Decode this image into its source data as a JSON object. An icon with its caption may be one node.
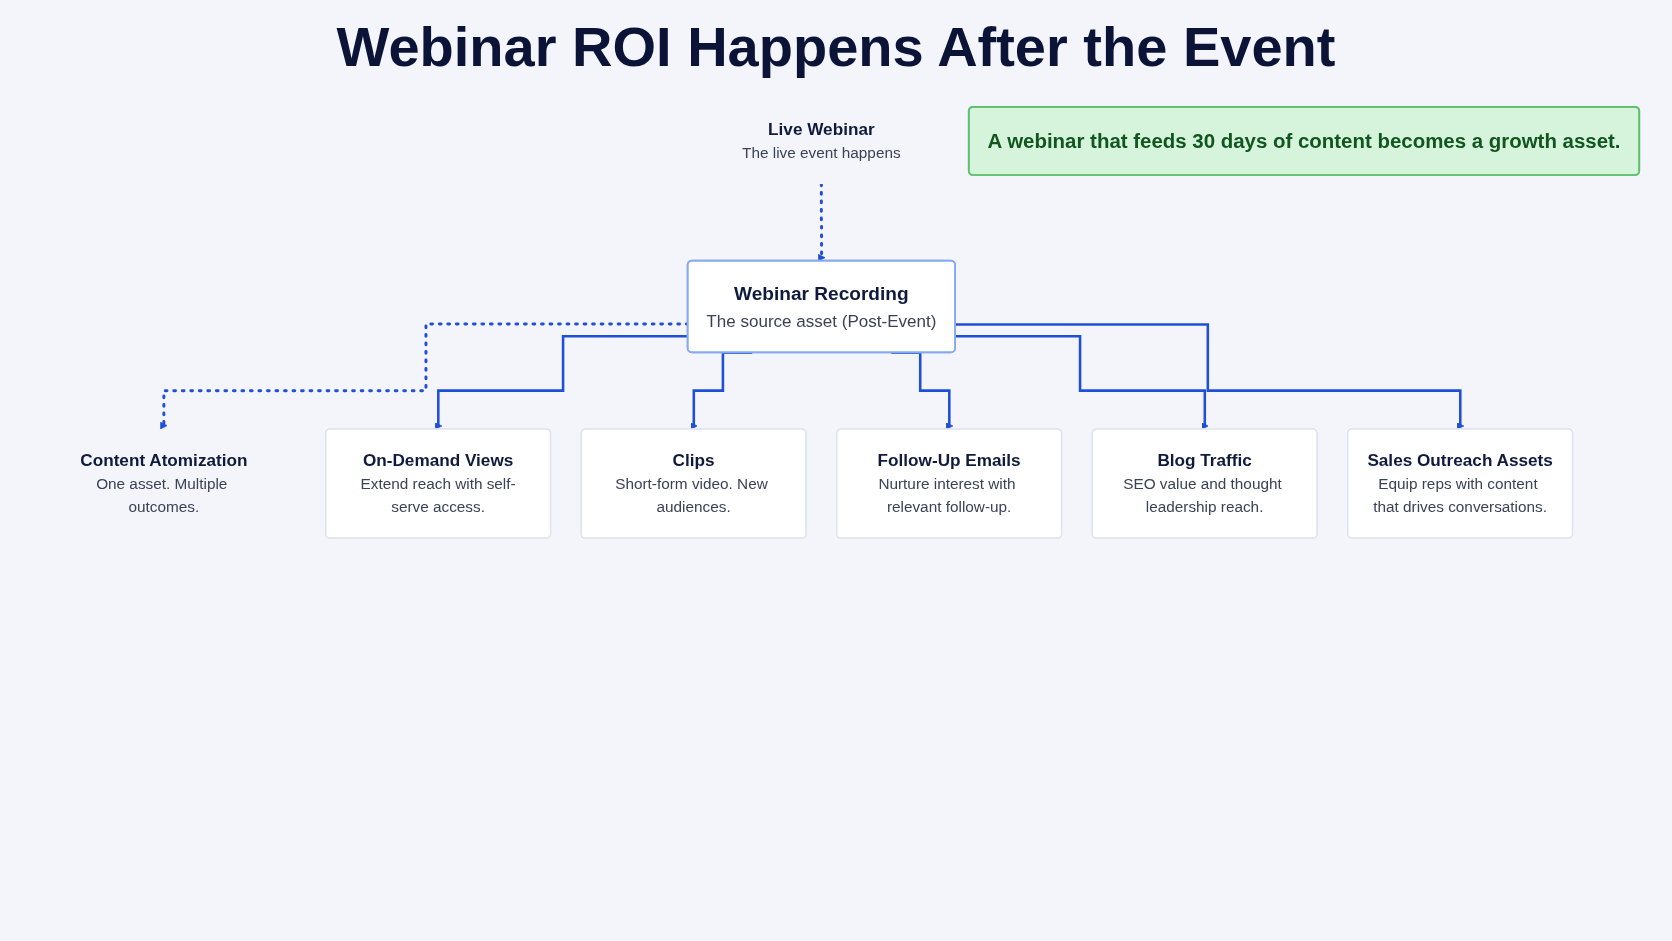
{
  "diagram": {
    "title": "Webinar ROI Happens After the Event",
    "nodes": [
      {
        "text": [
          "Live Webinar",
          "The live event happens"
        ]
      },
      {
        "text": [
          "Webinar Recording",
          "The source asset (Post-Event)"
        ]
      },
      {
        "text": [
          "Content Atomization",
          "One asset. Multiple outcomes."
        ]
      },
      {
        "text": [
          "On-Demand Views",
          "Extend reach with self-serve access."
        ]
      },
      {
        "text": [
          "Clips",
          "Short-form video. New audiences."
        ]
      },
      {
        "text": [
          "Follow-Up Emails",
          "Nurture interest with relevant follow-up."
        ]
      },
      {
        "text": [
          "Blog Traffic",
          "SEO value and thought leadership reach."
        ]
      },
      {
        "text": [
          "Sales Outreach Assets",
          "Equip reps with content that drives conversations."
        ]
      },
      {
        "text": [
          "A webinar that feeds 30 days of content becomes a growth asset."
        ]
      }
    ],
    "edges": [
      {
        "from": 0,
        "to": 1,
        "arrow": "to",
        "style": "dashed"
      },
      {
        "from": 1,
        "to": 2,
        "arrow": "to",
        "style": "dashed"
      },
      {
        "from": 1,
        "to": 3,
        "arrow": "to"
      },
      {
        "from": 1,
        "to": 4,
        "arrow": "to"
      },
      {
        "from": 1,
        "to": 5,
        "arrow": "to"
      },
      {
        "from": 1,
        "to": 6,
        "arrow": "to"
      },
      {
        "from": 1,
        "to": 7,
        "arrow": "to"
      }
    ]
  }
}
